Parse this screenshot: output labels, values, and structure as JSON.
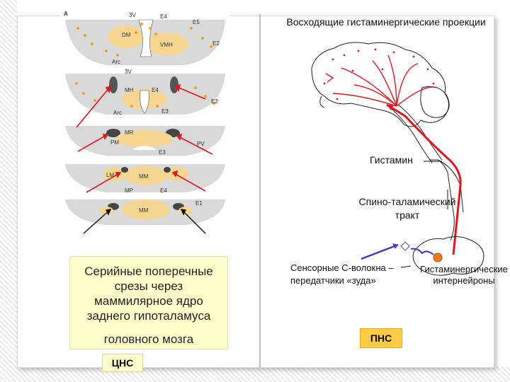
{
  "slides": {
    "title": "Восходящие гистаминергические проекции",
    "histamine_label": "Гистамин",
    "spino_label": "Спино-таламический тракт",
    "sensory_label": "Сенсорные С-волокна – передатчики «зуда»",
    "interneuron_label": "Гистаминергические интернейроны",
    "caption_lines": [
      "Серийные поперечные",
      "срезы через",
      "маммилярное ядро",
      "заднего гипоталамуса",
      "головного мозга"
    ],
    "cns_label": "ЦНС",
    "pns_label": "ПНС"
  },
  "panel_letter": "A",
  "slice_labels": {
    "s1": [
      "3V",
      "E4",
      "E5",
      "DM",
      "VMH",
      "E2",
      "Arc"
    ],
    "s2": [
      "3V",
      "MH",
      "E4",
      "E3",
      "E2",
      "Arc"
    ],
    "s3": [
      "MR",
      "PM",
      "E3",
      "PV"
    ],
    "s4": [
      "LM",
      "MM",
      "E4",
      "MP"
    ],
    "s5": [
      "MM",
      "E1"
    ]
  },
  "colors": {
    "red_projection": "#e0161e",
    "sensory_fiber": "#3a3acc",
    "slice_fill": "#d9d9d9",
    "nucleus_fill": "#f6d690",
    "cell_dots": "#f0a020",
    "caption_bg": "#ffffcc",
    "pns_bg": "#ffcc44"
  }
}
